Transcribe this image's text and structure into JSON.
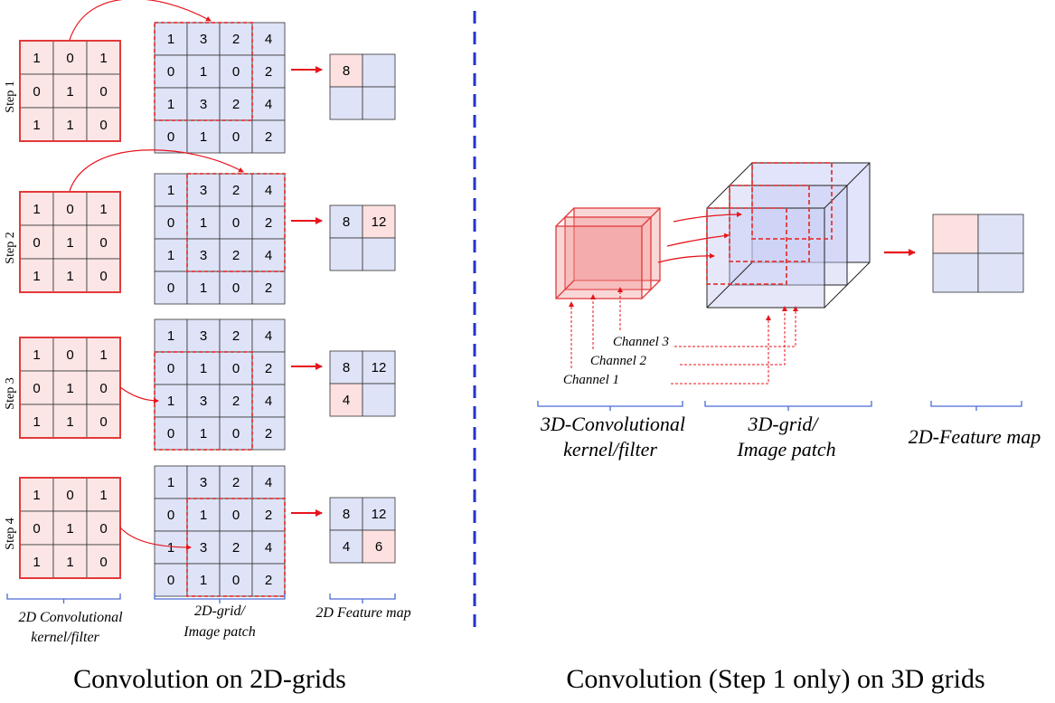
{
  "left_panel": {
    "steps": [
      {
        "label": "Step 1",
        "feature": [
          "8",
          "",
          "",
          ""
        ]
      },
      {
        "label": "Step 2",
        "feature": [
          "8",
          "12",
          "",
          ""
        ]
      },
      {
        "label": "Step 3",
        "feature": [
          "8",
          "12",
          "4",
          ""
        ]
      },
      {
        "label": "Step 4",
        "feature": [
          "8",
          "12",
          "4",
          "6"
        ]
      }
    ],
    "kernel": [
      [
        "1",
        "0",
        "1"
      ],
      [
        "0",
        "1",
        "0"
      ],
      [
        "1",
        "1",
        "0"
      ]
    ],
    "grid": [
      [
        "1",
        "3",
        "2",
        "4"
      ],
      [
        "0",
        "1",
        "0",
        "2"
      ],
      [
        "1",
        "3",
        "2",
        "4"
      ],
      [
        "0",
        "1",
        "0",
        "2"
      ]
    ],
    "labels": {
      "kernel_line1": "2D Convolutional",
      "kernel_line2": "kernel/filter",
      "grid_line1": "2D-grid/",
      "grid_line2": "Image patch",
      "feature": "2D Feature map"
    },
    "caption": "Convolution on 2D-grids"
  },
  "right_panel": {
    "channels": [
      "Channel 3",
      "Channel 2",
      "Channel 1"
    ],
    "labels": {
      "kernel_line1": "3D-Convolutional",
      "kernel_line2": "kernel/filter",
      "grid_line1": "3D-grid/",
      "grid_line2": "Image patch",
      "feature": "2D-Feature map"
    },
    "caption": "Convolution (Step 1 only) on 3D grids"
  },
  "colors": {
    "kernel_fill": "#fbe5e5",
    "kernel_stroke": "#e23a3a",
    "grid_fill": "#dfe3f7",
    "highlight": "#fde0e0",
    "arrow": "#e8141c",
    "divider": "#2233cc",
    "brace": "#4a6ad8"
  }
}
